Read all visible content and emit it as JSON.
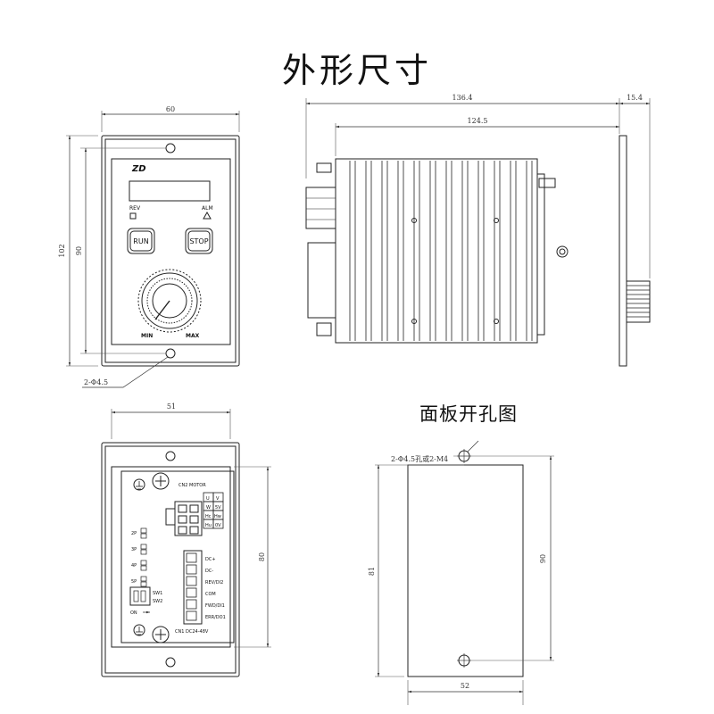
{
  "titles": {
    "main": "外形尺寸",
    "cutout": "面板开孔图"
  },
  "front_view": {
    "brand_logo": "ZD",
    "rev_label": "REV",
    "alm_label": "ALM",
    "run_label": "RUN",
    "stop_label": "STOP",
    "min_label": "MIN",
    "max_label": "MAX",
    "dim_width": "60",
    "dim_height_outer": "102",
    "dim_height_inner": "90",
    "hole_note": "2-Φ4.5"
  },
  "side_view": {
    "dim_total_length": "136.4",
    "dim_body_length": "124.5",
    "dim_knob": "15.4"
  },
  "back_view": {
    "dim_width": "51",
    "dim_height": "80",
    "cn2_label": "CN2 MOTOR",
    "motor_pins": [
      "U",
      "V",
      "W",
      "5V",
      "Hc",
      "Hw",
      "Hu",
      "0V"
    ],
    "switch_labels": [
      "2P",
      "3P",
      "4P",
      "5P"
    ],
    "sw_labels": [
      "SW1",
      "SW2"
    ],
    "on_label": "ON",
    "io_labels": [
      "DC+",
      "DC-",
      "REV/DI2",
      "COM",
      "FWD/DI1",
      "ERR/DO1"
    ],
    "cn1_label": "CN1 DC24-48V"
  },
  "cutout": {
    "hole_note": "2-Φ4.5孔或2-M4",
    "dim_width": "52",
    "dim_height_outer": "90",
    "dim_height_inner": "81"
  }
}
